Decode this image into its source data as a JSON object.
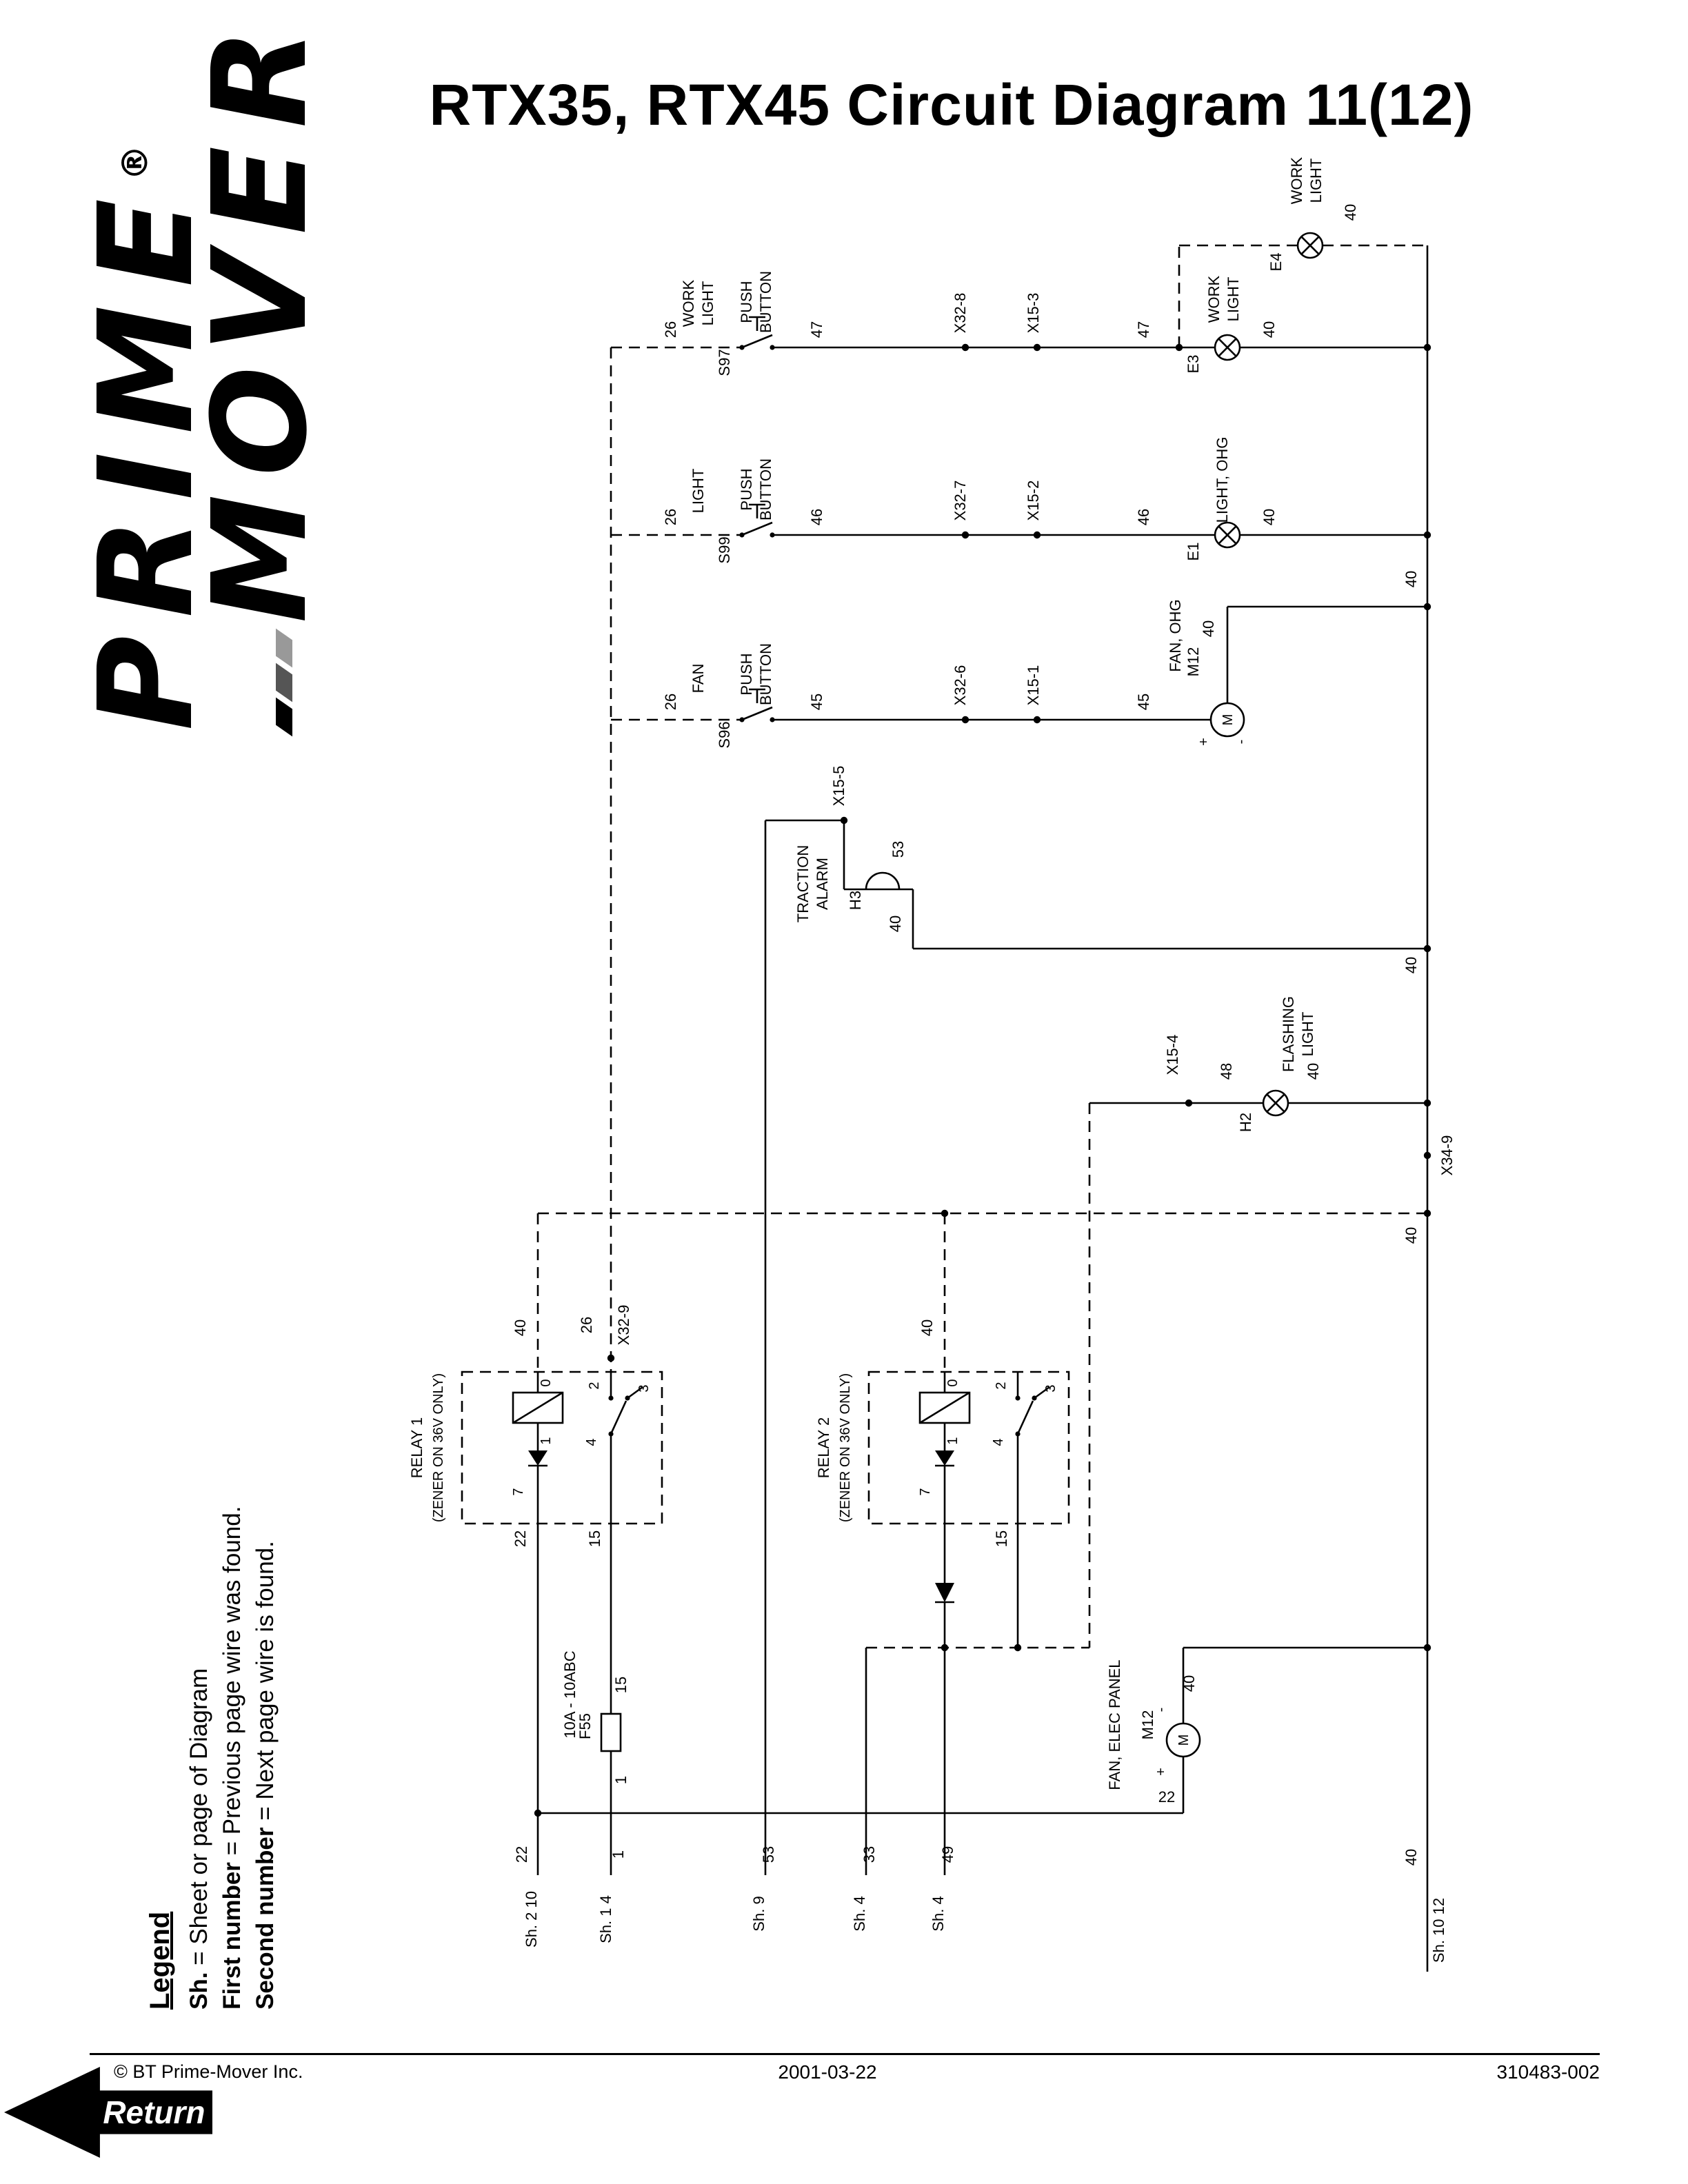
{
  "page": {
    "title": "RTX35, RTX45 Circuit Diagram 11(12)",
    "footer": {
      "copyright": "© BT Prime-Mover Inc.",
      "date": "2001-03-22",
      "doc_number": "310483-002"
    },
    "return_label": "Return"
  },
  "logo": {
    "line1": "PRIME",
    "line2": "MOVER",
    "registered": "®"
  },
  "legend": {
    "title": "Legend",
    "items": [
      {
        "bold": "Sh.",
        "rest": " = Sheet or page of Diagram"
      },
      {
        "bold": "First number",
        "rest": " = Previous page wire was found."
      },
      {
        "bold": "Second number",
        "rest": " = Next page wire is found."
      }
    ]
  },
  "diagram": {
    "labels": {
      "w26_r1": "26",
      "work_r1a": "WORK",
      "work_r1b": "LIGHT",
      "push_r1a": "PUSH",
      "push_r1b": "BUTTON",
      "s97": "S97",
      "w47_a": "47",
      "x32_8": "X32-8",
      "x15_3": "X15-3",
      "w47_b": "47",
      "e3": "E3",
      "e3_name_a": "WORK",
      "e3_name_b": "LIGHT",
      "w40_e3": "40",
      "e4": "E4",
      "e4_name_a": "WORK",
      "e4_name_b": "LIGHT",
      "w40_e4": "40",
      "w26_r2": "26",
      "light_r2": "LIGHT",
      "push_r2a": "PUSH",
      "push_r2b": "BUTTON",
      "s99": "S99",
      "w46_a": "46",
      "x32_7": "X32-7",
      "x15_2": "X15-2",
      "w46_b": "46",
      "e1": "E1",
      "e1_name": "LIGHT, OHG",
      "w40_e1": "40",
      "w40_bus1": "40",
      "w26_r3": "26",
      "fan_r3": "FAN",
      "push_r3a": "PUSH",
      "push_r3b": "BUTTON",
      "s96": "S96",
      "w45_a": "45",
      "x32_6": "X32-6",
      "x15_1": "X15-1",
      "w45_b": "45",
      "m12a_name": "FAN, OHG",
      "m12a": "M12",
      "w40_m12a": "40",
      "m12a_m": "M",
      "m12a_plus": "+",
      "m12a_minus": "-",
      "x15_5": "X15-5",
      "w53": "53",
      "alarm_name_a": "TRACTION",
      "alarm_name_b": "ALARM",
      "h3": "H3",
      "w40_h3": "40",
      "w40_bus2": "40",
      "x15_4": "X15-4",
      "w48": "48",
      "h2": "H2",
      "h2_name_a": "FLASHING",
      "h2_name_b": "LIGHT",
      "w40_h2": "40",
      "x34_9": "X34-9",
      "w40_bus3": "40",
      "relay1_title": "RELAY 1",
      "relay1_sub": "(ZENER ON 36V ONLY)",
      "w40_r1": "40",
      "w26_x329": "26",
      "x32_9": "X32-9",
      "r1_p0": "0",
      "r1_p2": "2",
      "r1_p3": "3",
      "r1_p1": "1",
      "r1_p4": "4",
      "r1_p7": "7",
      "w22_r1": "22",
      "w15_r1": "15",
      "relay2_title": "RELAY 2",
      "relay2_sub": "(ZENER ON 36V ONLY)",
      "w40_r2": "40",
      "r2_p0": "0",
      "r2_p2": "2",
      "r2_p3": "3",
      "r2_p1": "1",
      "r2_p4": "4",
      "r2_p7": "7",
      "w15_r2": "15",
      "fuse_rating": "10A - 10ABC",
      "f55": "F55",
      "w15_fuse": "15",
      "w1_fuse": "1",
      "m12b_name": "FAN, ELEC PANEL",
      "m12b": "M12",
      "m12b_m": "M",
      "m12b_plus": "+",
      "m12b_minus": "-",
      "w22_m12b": "22",
      "w40_m12b": "40",
      "w22_exit": "22",
      "sh_2_10": "Sh. 2 10",
      "w1_exit": "1",
      "sh_1_4": "Sh. 1 4",
      "w53_exit": "53",
      "sh_9": "Sh. 9",
      "w33_exit": "33",
      "sh_4a": "Sh. 4",
      "w49_exit": "49",
      "sh_4b": "Sh. 4",
      "w40_exit": "40",
      "sh_10_12": "Sh. 10 12"
    }
  }
}
